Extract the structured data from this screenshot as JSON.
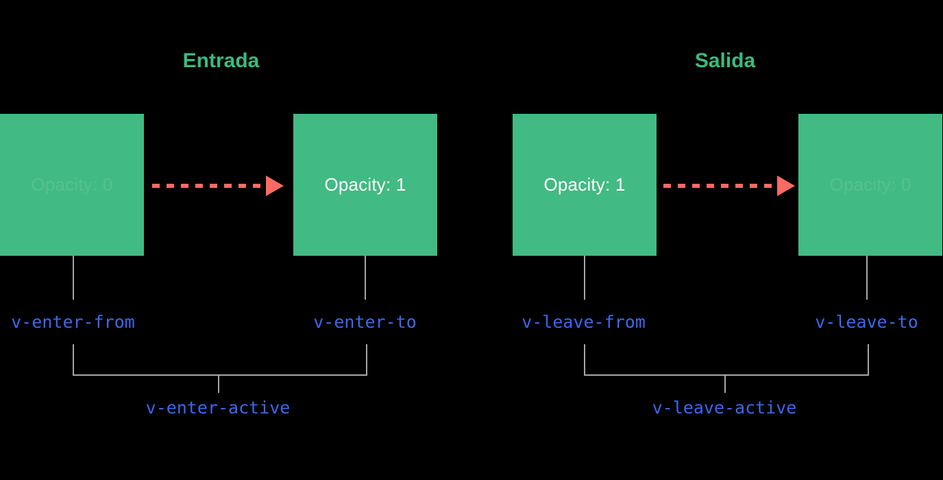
{
  "colors": {
    "background": "#000000",
    "box_green": "#42ba83",
    "title_green": "#3cba7e",
    "arrow_red": "#fa6b63",
    "label_blue": "#3b68f0",
    "connector_grey": "#a6a6a6",
    "box_text_white": "#ffffff"
  },
  "sections": {
    "enter": {
      "title": "Entrada",
      "from_box_text": "Opacity: 0",
      "to_box_text": "Opacity: 1",
      "from_label": "v-enter-from",
      "to_label": "v-enter-to",
      "active_label": "v-enter-active"
    },
    "leave": {
      "title": "Salida",
      "from_box_text": "Opacity: 1",
      "to_box_text": "Opacity: 0",
      "from_label": "v-leave-from",
      "to_label": "v-leave-to",
      "active_label": "v-leave-active"
    }
  }
}
